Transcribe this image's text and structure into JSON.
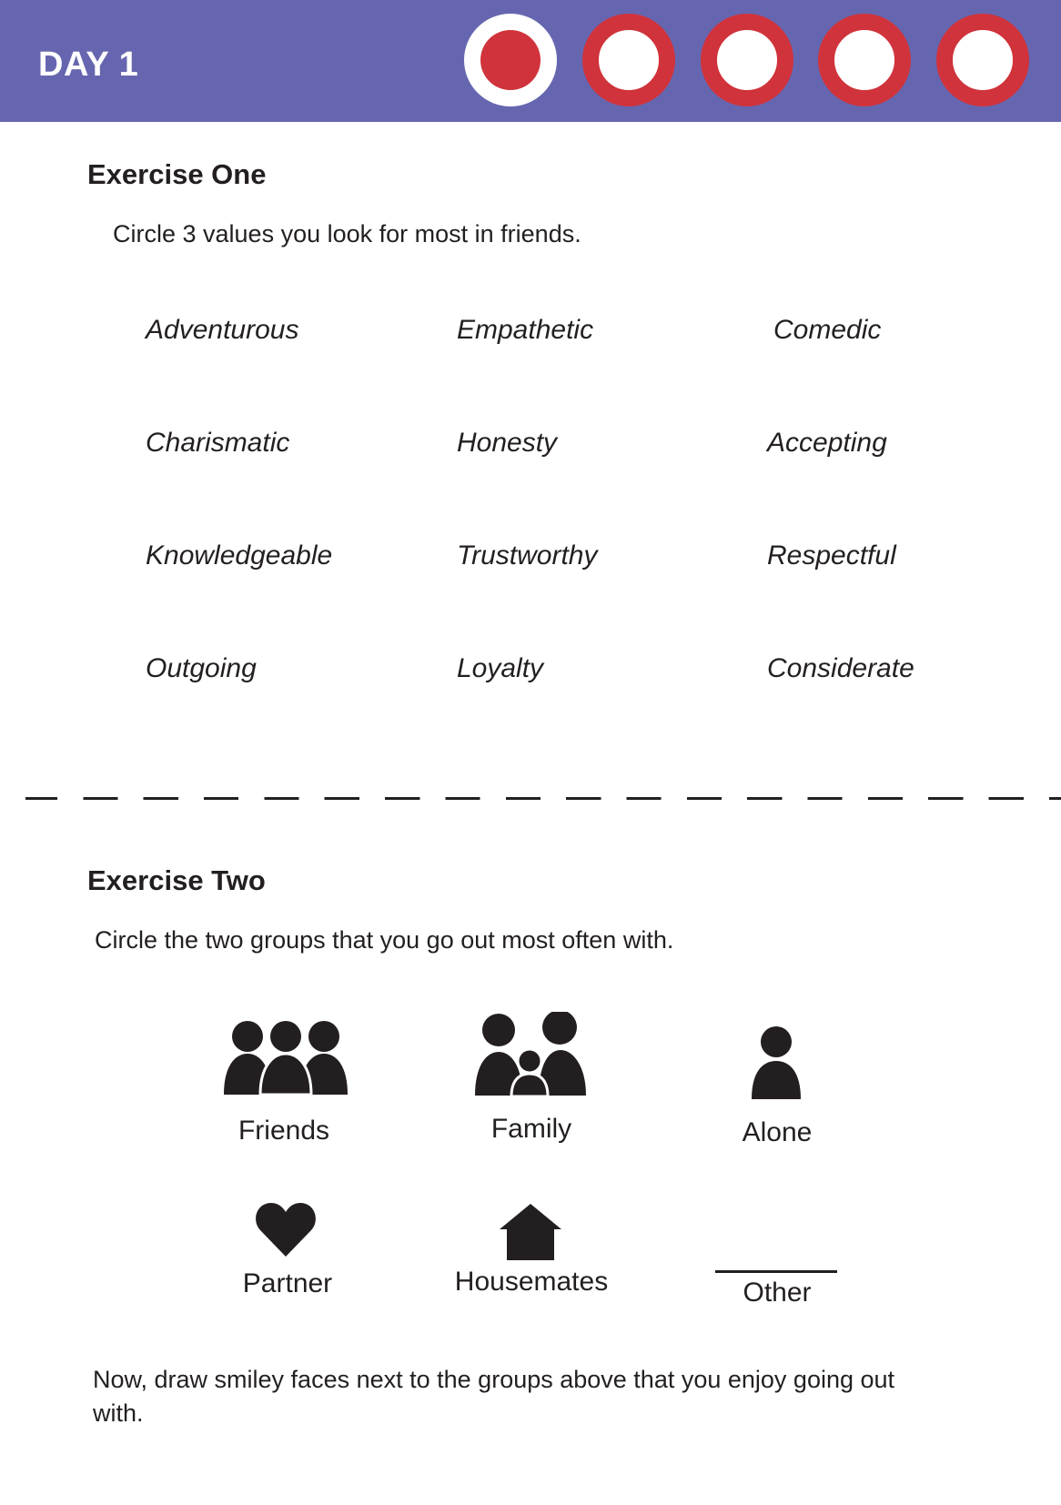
{
  "header": {
    "day_label": "DAY 1",
    "color": "#6666b0",
    "progress": {
      "total_days": 5,
      "completed_days": 1
    }
  },
  "exercise_one": {
    "title": "Exercise One",
    "instruction": "Circle 3 values you look for most in friends.",
    "values": [
      [
        "Adventurous",
        "Empathetic",
        "Comedic"
      ],
      [
        "Charismatic",
        "Honesty",
        "Accepting"
      ],
      [
        "Knowledgeable",
        "Trustworthy",
        "Respectful"
      ],
      [
        "Outgoing",
        "Loyalty",
        "Considerate"
      ]
    ]
  },
  "exercise_two": {
    "title": "Exercise Two",
    "instruction": "Circle the two groups that you go out most often with.",
    "groups": [
      {
        "label": "Friends",
        "icon": "friends-icon"
      },
      {
        "label": "Family",
        "icon": "family-icon"
      },
      {
        "label": "Alone",
        "icon": "person-icon"
      },
      {
        "label": "Partner",
        "icon": "heart-icon"
      },
      {
        "label": "Housemates",
        "icon": "house-icon"
      },
      {
        "label": "Other",
        "icon": "blank-line"
      }
    ],
    "followup": "Now, draw smiley faces next to the groups above that you enjoy going out with."
  },
  "colors": {
    "accent": "#d0333b",
    "text": "#231f20"
  }
}
